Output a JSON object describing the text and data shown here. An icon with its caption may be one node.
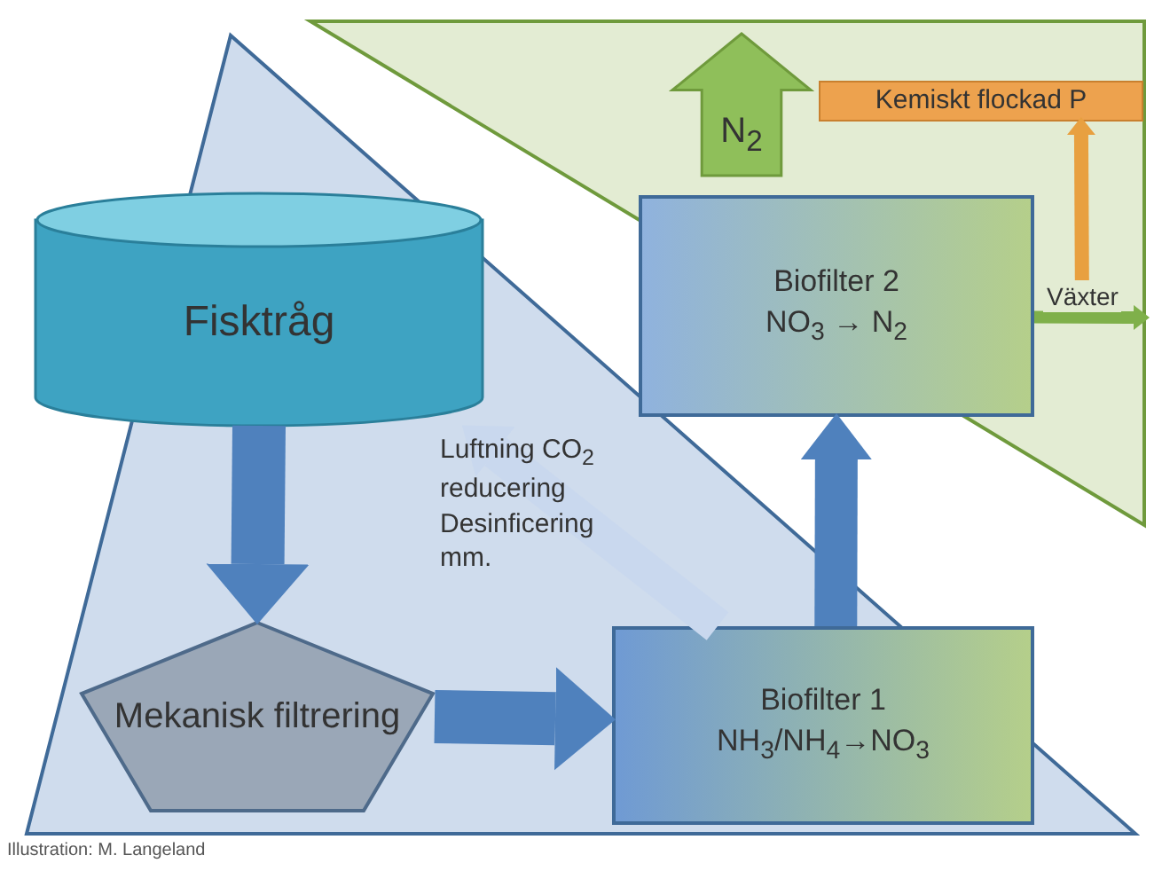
{
  "diagram": {
    "nodes": [
      {
        "text": [
          "Fisktråg"
        ]
      },
      {
        "text": [
          "Mekanisk filtrering"
        ]
      },
      {
        "text": [
          "Biofilter 1",
          "NH$_{3}$/NH$_{4}$→NO$_{3}$"
        ]
      },
      {
        "text": [
          "Biofilter 2",
          "NO$_{3}$ → N$_{2}$"
        ]
      },
      {
        "text": [
          "N$_{2}$"
        ]
      },
      {
        "text": [
          "Kemiskt flockad P"
        ]
      }
    ],
    "edges": [
      {
        "from": 0,
        "to": 1,
        "arrow": "to"
      },
      {
        "from": 1,
        "to": 2,
        "arrow": "to"
      },
      {
        "from": 2,
        "to": 3,
        "arrow": "to"
      },
      {
        "from": 2,
        "to": 0,
        "arrow": "to",
        "label": "Luftning CO$_{2}$ reducering Desinficering mm.",
        "color": "#c9d8ee"
      },
      {
        "from": 3,
        "to": null,
        "arrow": "to",
        "label": "Växter",
        "color": "#7fb04a"
      },
      {
        "from": null,
        "to": 5,
        "arrow": "to",
        "color": "#e8a040"
      }
    ],
    "labels": [
      "Illustration: M. Langeland"
    ]
  }
}
